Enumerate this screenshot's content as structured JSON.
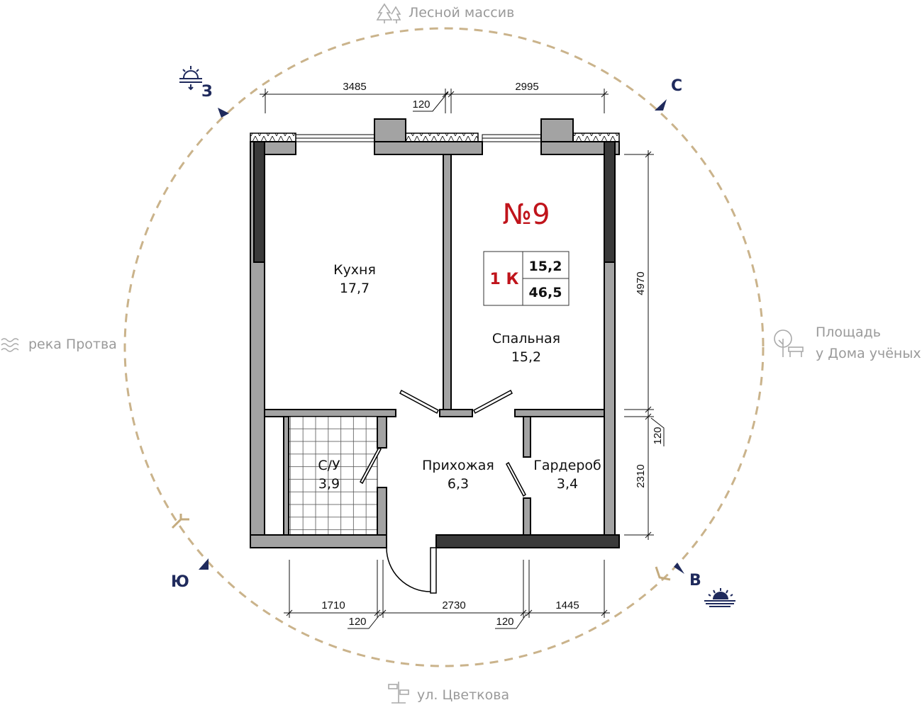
{
  "landmarks": {
    "north": "Лесной массив",
    "west": "река Протва",
    "east_line1": "Площадь",
    "east_line2": "у Дома учёных",
    "south": "ул. Цветкова"
  },
  "compass": {
    "west": "З",
    "north": "С",
    "south": "Ю",
    "east": "В"
  },
  "apartment": {
    "number": "№9",
    "type": "1 К",
    "living_area": "15,2",
    "total_area": "46,5"
  },
  "rooms": [
    {
      "name": "Кухня",
      "area": "17,7"
    },
    {
      "name": "Спальная",
      "area": "15,2"
    },
    {
      "name": "С/У",
      "area": "3,9"
    },
    {
      "name": "Прихожая",
      "area": "6,3"
    },
    {
      "name": "Гардероб",
      "area": "3,4"
    }
  ],
  "dimensions": {
    "top_left": "3485",
    "top_wall": "120",
    "top_right": "2995",
    "right_top": "4970",
    "right_wall": "120",
    "right_bottom": "2310",
    "bottom_1": "1710",
    "bottom_wall1": "120",
    "bottom_2": "2730",
    "bottom_wall2": "120",
    "bottom_3": "1445"
  },
  "colors": {
    "navy": "#1f2a5c",
    "red": "#c0141b",
    "dash": "#c4ab7e"
  }
}
